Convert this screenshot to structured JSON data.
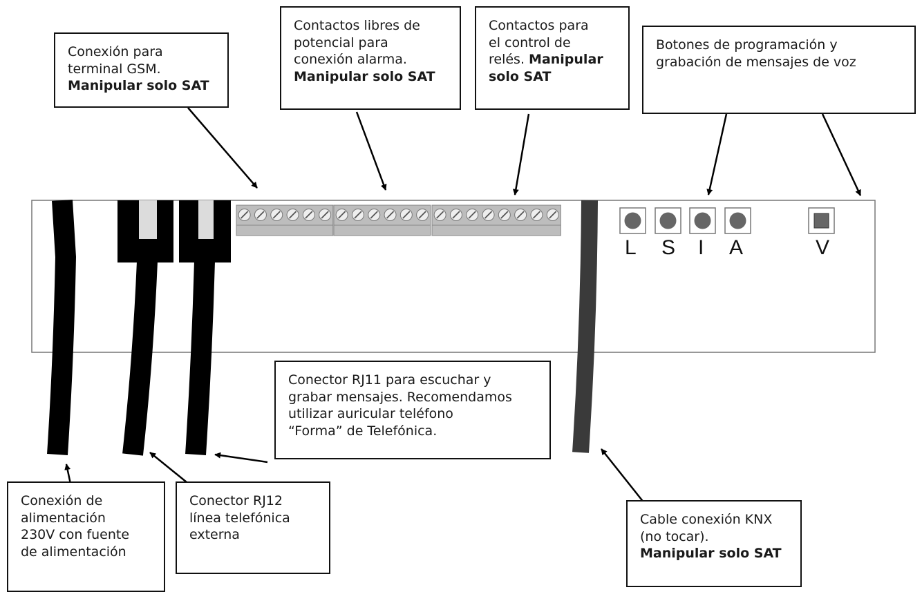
{
  "callouts": {
    "gsm": {
      "line1": "Conexión para",
      "line2": "terminal GSM.",
      "bold": "Manipular solo SAT"
    },
    "alarm": {
      "line1": "Contactos libres de",
      "line2": "potencial para",
      "line3": "conexión alarma.",
      "bold": "Manipular solo SAT"
    },
    "relays": {
      "line1": "Contactos para",
      "line2": "el control de",
      "line3_text": "relés. ",
      "line3_bold": "Manipular",
      "line4_bold": "solo SAT"
    },
    "buttons": {
      "line1": "Botones de programación y",
      "line2": "grabación de mensajes de voz"
    },
    "rj11": {
      "line1": "Conector RJ11 para escuchar y",
      "line2": "grabar mensajes. Recomendamos",
      "line3": "utilizar auricular  teléfono",
      "line4": "“Forma” de Telefónica."
    },
    "power": {
      "line1": "Conexión de",
      "line2": "alimentación",
      "line3": "230V con fuente",
      "line4": "de alimentación"
    },
    "rj12": {
      "line1": "Conector RJ12",
      "line2": "línea telefónica",
      "line3": "externa"
    },
    "knx": {
      "line1": "Cable conexión KNX",
      "line2": "(no tocar).",
      "bold": "Manipular solo SAT"
    }
  },
  "buttons": [
    {
      "label": "L",
      "shape": "circle"
    },
    {
      "label": "S",
      "shape": "circle"
    },
    {
      "label": "I",
      "shape": "circle"
    },
    {
      "label": "A",
      "shape": "circle"
    },
    {
      "label": "V",
      "shape": "square"
    }
  ],
  "terminal_blocks": [
    {
      "name": "gsm-terminals",
      "screws": 6
    },
    {
      "name": "alarm-terminals",
      "screws": 6
    },
    {
      "name": "relay-terminals",
      "screws": 8
    }
  ],
  "colors": {
    "cable": "#000000",
    "knx_cable": "#3a3a3a",
    "button_fill": "#666666",
    "terminal": "#bdbdbd"
  }
}
